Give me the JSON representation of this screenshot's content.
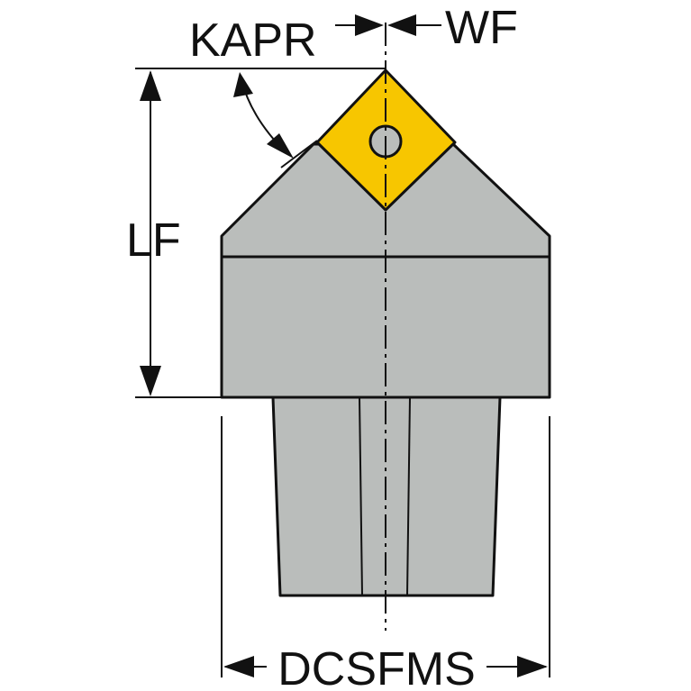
{
  "labels": {
    "kapr": "KAPR",
    "wf": "WF",
    "lf": "LF",
    "dcsfms": "DCSFMS"
  },
  "colors": {
    "body": "#babdbb",
    "insert": "#f7c600",
    "outline": "#111111",
    "line": "#1a1a1a"
  }
}
